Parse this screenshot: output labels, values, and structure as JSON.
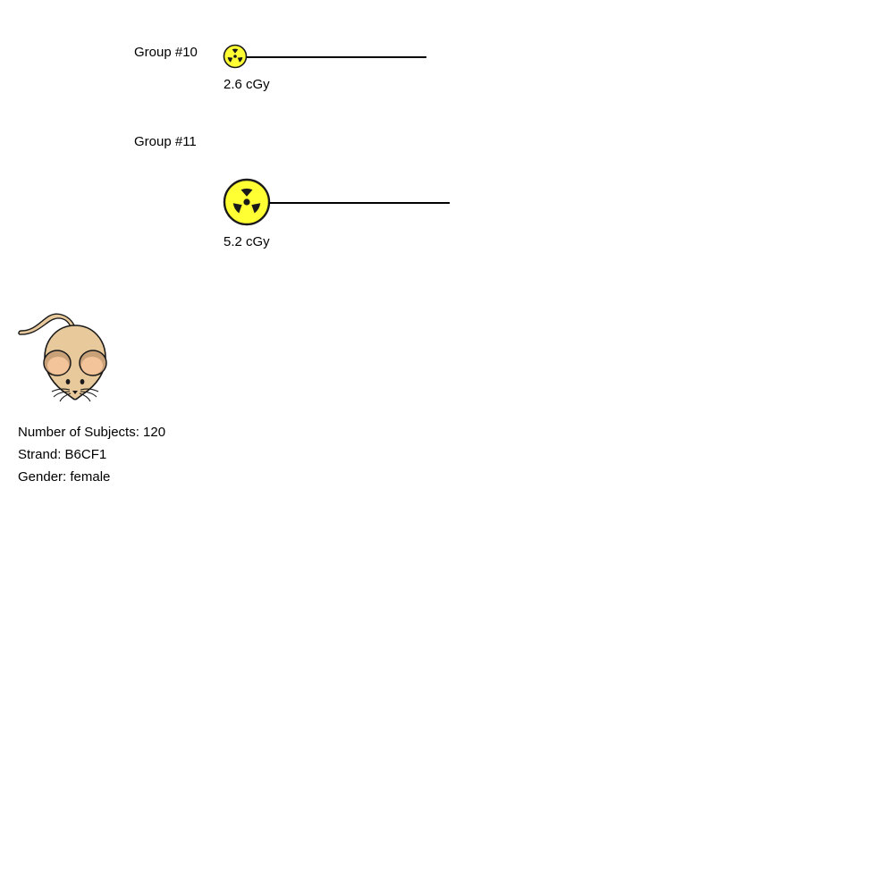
{
  "groups": [
    {
      "title": "Group #10",
      "dose": "2.6 cGy"
    },
    {
      "title": "Group #11",
      "dose": "5.2 cGy"
    }
  ],
  "subjects": {
    "count_text": "Number of Subjects: 120",
    "strand_text": "Strand: B6CF1",
    "gender_text": "Gender: female"
  },
  "colors": {
    "radiation_fill": "#ffff33",
    "radiation_symbol": "#1a1a1a",
    "line": "#000000",
    "mouse_body": "#e8c99b",
    "mouse_ear_inner": "#f3c49a",
    "mouse_ear_shade": "#c9a179"
  },
  "icons": {
    "radiation": "radiation-icon",
    "mouse": "mouse-icon"
  }
}
